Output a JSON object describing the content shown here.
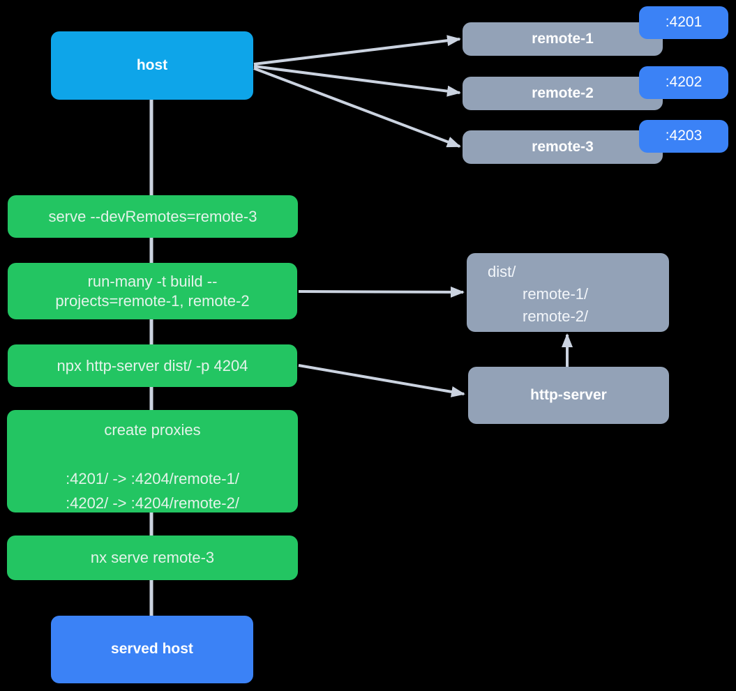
{
  "colors": {
    "background": "#000000",
    "host-blue": "#0ea5e9",
    "port-blue": "#3b82f6",
    "command-green": "#23c562",
    "box-gray": "#93a2b7",
    "edge-gray": "#cbd3e0",
    "label-white": "#ffffff",
    "command-text": "#e4f3ea",
    "gray-text": "#f3f6fa"
  },
  "nodes": {
    "host": {
      "label": "host"
    },
    "remotes": [
      {
        "label": "remote-1",
        "port": ":4201"
      },
      {
        "label": "remote-2",
        "port": ":4202"
      },
      {
        "label": "remote-3",
        "port": ":4203"
      }
    ],
    "steps": {
      "serve": "serve --devRemotes=remote-3",
      "run_many_line1": "run-many -t build --",
      "run_many_line2": "projects=remote-1, remote-2",
      "http_server_cmd": "npx http-server dist/ -p 4204",
      "create_proxies_title": "create proxies",
      "proxy_rule_1": ":4201/ -> :4204/remote-1/",
      "proxy_rule_2": ":4202/ -> :4204/remote-2/",
      "nx_serve": "nx serve remote-3"
    },
    "dist": {
      "root": "dist/",
      "child1": "remote-1/",
      "child2": "remote-2/"
    },
    "http_server": {
      "label": "http-server"
    },
    "served_host": {
      "label": "served host"
    }
  },
  "edges": [
    {
      "from": "host",
      "to": "remote-1",
      "type": "arrow"
    },
    {
      "from": "host",
      "to": "remote-2",
      "type": "arrow"
    },
    {
      "from": "host",
      "to": "remote-3",
      "type": "arrow"
    },
    {
      "from": "host",
      "to": "served host",
      "type": "line-through-steps"
    },
    {
      "from": "run-many -t build",
      "to": "dist/",
      "type": "arrow"
    },
    {
      "from": "npx http-server",
      "to": "http-server",
      "type": "arrow"
    },
    {
      "from": "http-server",
      "to": "dist/",
      "type": "arrow"
    }
  ]
}
